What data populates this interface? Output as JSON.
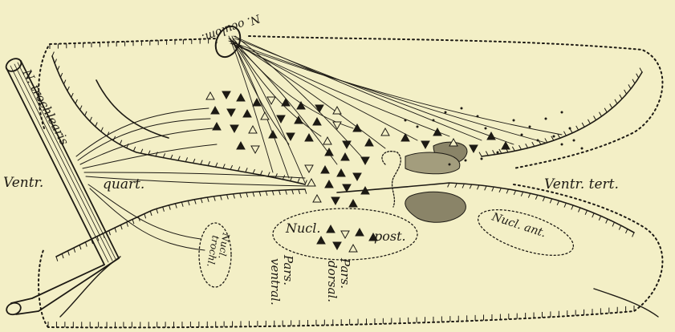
{
  "colors": {
    "paper": "#f3efc6",
    "ink": "#1d1a14"
  },
  "labels": {
    "n_trochlearis": "N. trochlearis",
    "n_oculom": "N. oculom.",
    "ventr": "Ventr.",
    "quart": "quart.",
    "ventr_tert": "Ventr. tert.",
    "nucl": "Nucl.",
    "post": "post.",
    "nucl_ant": "Nucl. ant.",
    "nucl_troch_1": "Nucl.",
    "nucl_troch_2": "trochl.",
    "pars_ventral_1": "Pars.",
    "pars_ventral_2": "ventral.",
    "pars_dorsal_1": "Pars.",
    "pars_dorsal_2": "dorsal."
  }
}
